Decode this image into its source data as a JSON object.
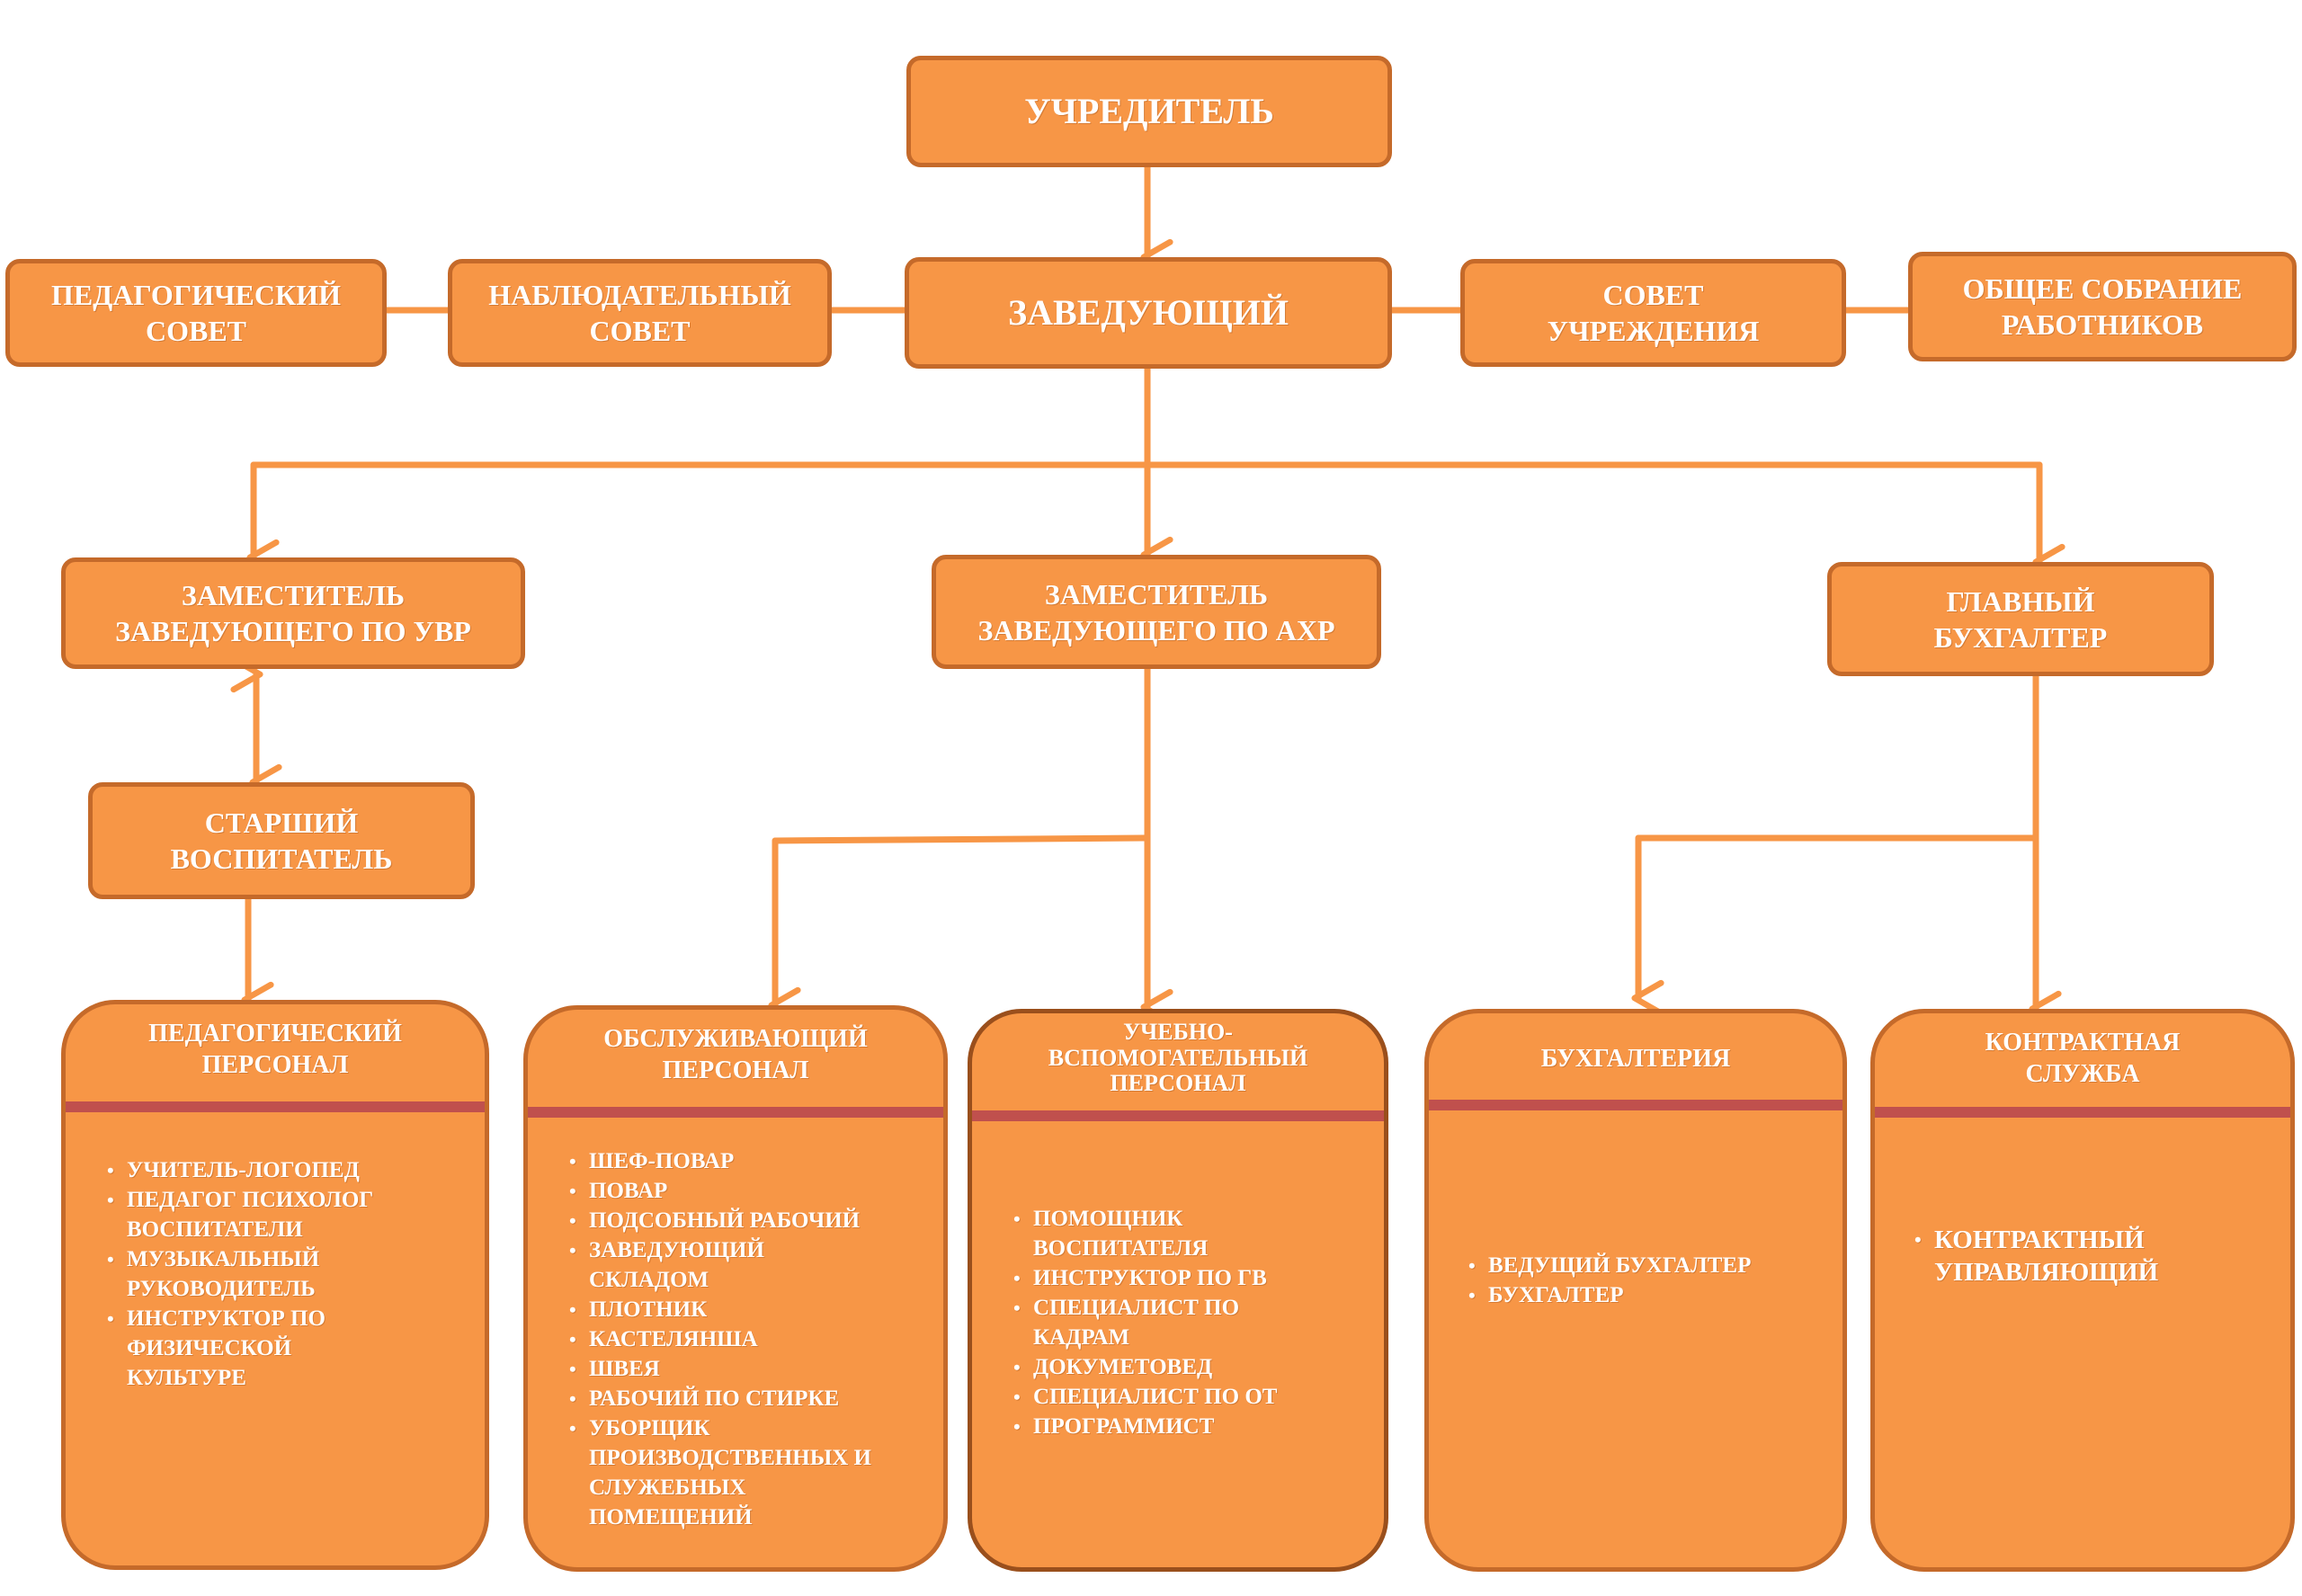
{
  "colors": {
    "box_fill": "#f79646",
    "box_border": "#c56a2a",
    "connector": "#f79646",
    "separator": "#c0504d",
    "text": "#ffffff"
  },
  "top": {
    "founder": "УЧРЕДИТЕЛЬ",
    "head": "ЗАВЕДУЮЩИЙ"
  },
  "councils": {
    "ped_council": [
      "ПЕДАГОГИЧЕСКИЙ",
      "СОВЕТ"
    ],
    "supervisory_council": [
      "НАБЛЮДАТЕЛЬНЫЙ",
      "СОВЕТ"
    ],
    "institution_council": [
      "СОВЕТ",
      "УЧРЕЖДЕНИЯ"
    ],
    "general_meeting": [
      "ОБЩЕЕ СОБРАНИЕ",
      "РАБОТНИКОВ"
    ]
  },
  "deputies": {
    "uvr": [
      "ЗАМЕСТИТЕЛЬ",
      "ЗАВЕДУЮЩЕГО ПО УВР"
    ],
    "ahr": [
      "ЗАМЕСТИТЕЛЬ",
      "ЗАВЕДУЮЩЕГО ПО АХР"
    ],
    "chief_accountant": [
      "ГЛАВНЫЙ",
      "БУХГАЛТЕР"
    ],
    "senior_educator": [
      "СТАРШИЙ",
      "ВОСПИТАТЕЛЬ"
    ]
  },
  "panels": {
    "ped_staff": {
      "title": [
        "ПЕДАГОГИЧЕСКИЙ",
        "ПЕРСОНАЛ"
      ],
      "items": [
        [
          "УЧИТЕЛЬ-ЛОГОПЕД"
        ],
        [
          "ПЕДАГОГ ПСИХОЛОГ",
          "ВОСПИТАТЕЛИ"
        ],
        [
          "МУЗЫКАЛЬНЫЙ",
          "РУКОВОДИТЕЛЬ"
        ],
        [
          "ИНСТРУКТОР ПО",
          "ФИЗИЧЕСКОЙ",
          "КУЛЬТУРЕ"
        ]
      ]
    },
    "service_staff": {
      "title": [
        "ОБСЛУЖИВАЮЩИЙ",
        "ПЕРСОНАЛ"
      ],
      "items": [
        [
          "ШЕФ-ПОВАР"
        ],
        [
          "ПОВАР"
        ],
        [
          "ПОДСОБНЫЙ РАБОЧИЙ"
        ],
        [
          "ЗАВЕДУЮЩИЙ",
          "СКЛАДОМ"
        ],
        [
          "ПЛОТНИК"
        ],
        [
          "КАСТЕЛЯНША"
        ],
        [
          "ШВЕЯ"
        ],
        [
          "РАБОЧИЙ ПО СТИРКЕ"
        ],
        [
          "УБОРЩИК",
          "ПРОИЗВОДСТВЕННЫХ И",
          "СЛУЖЕБНЫХ",
          "ПОМЕЩЕНИЙ"
        ]
      ]
    },
    "support_staff": {
      "title": [
        "УЧЕБНО-",
        "ВСПОМОГАТЕЛЬНЫЙ",
        "ПЕРСОНАЛ"
      ],
      "items": [
        [
          "ПОМОЩНИК",
          "ВОСПИТАТЕЛЯ"
        ],
        [
          "ИНСТРУКТОР ПО ГВ"
        ],
        [
          "СПЕЦИАЛИСТ ПО",
          "КАДРАМ"
        ],
        [
          "ДОКУМЕТОВЕД"
        ],
        [
          "СПЕЦИАЛИСТ ПО ОТ"
        ],
        [
          "ПРОГРАММИСТ"
        ]
      ]
    },
    "accounting": {
      "title": [
        "БУХГАЛТЕРИЯ"
      ],
      "items": [
        [
          "ВЕДУЩИЙ БУХГАЛТЕР"
        ],
        [
          "БУХГАЛТЕР"
        ]
      ]
    },
    "contract_service": {
      "title": [
        "КОНТРАКТНАЯ",
        "СЛУЖБА"
      ],
      "items": [
        [
          "КОНТРАКТНЫЙ",
          "УПРАВЛЯЮЩИЙ"
        ]
      ]
    }
  }
}
